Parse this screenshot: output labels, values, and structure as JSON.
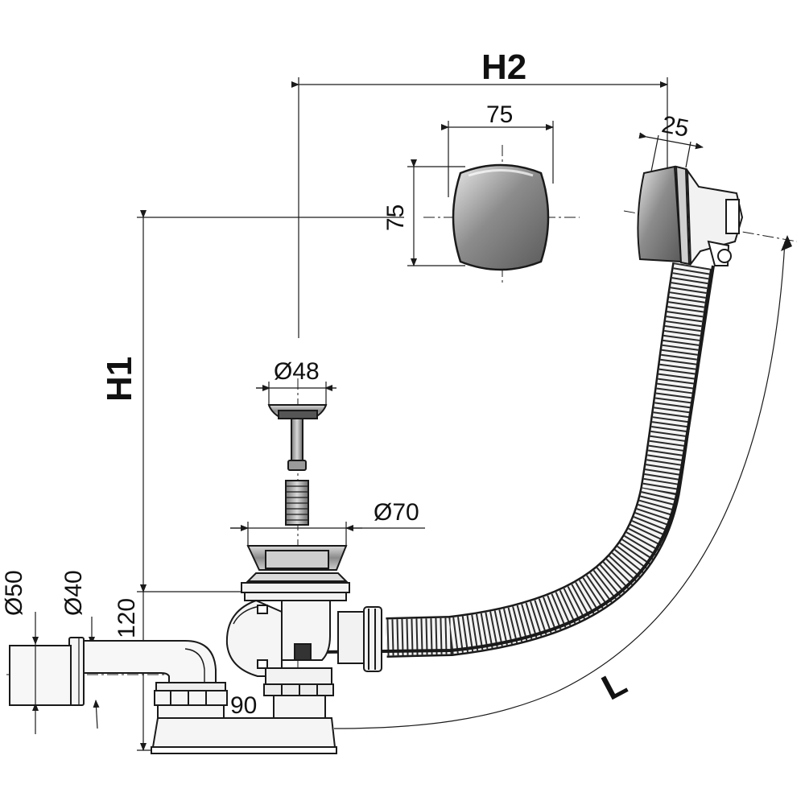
{
  "dimensions": {
    "h2": "H2",
    "h1": "H1",
    "l": "L",
    "overflow_width": "75",
    "overflow_height": "75",
    "overflow_depth": "25",
    "plug_diameter": "Ø48",
    "drain_diameter": "Ø70",
    "outlet_outer_diameter": "Ø50",
    "outlet_inner_diameter": "Ø40",
    "trap_height": "120",
    "trap_offset": "90"
  },
  "colors": {
    "line": "#1a1a1a",
    "metal_dark": "#6e6e6e",
    "metal_mid": "#a8a8a8",
    "metal_light": "#e6e6e6",
    "plastic": "#f2f2f2"
  }
}
